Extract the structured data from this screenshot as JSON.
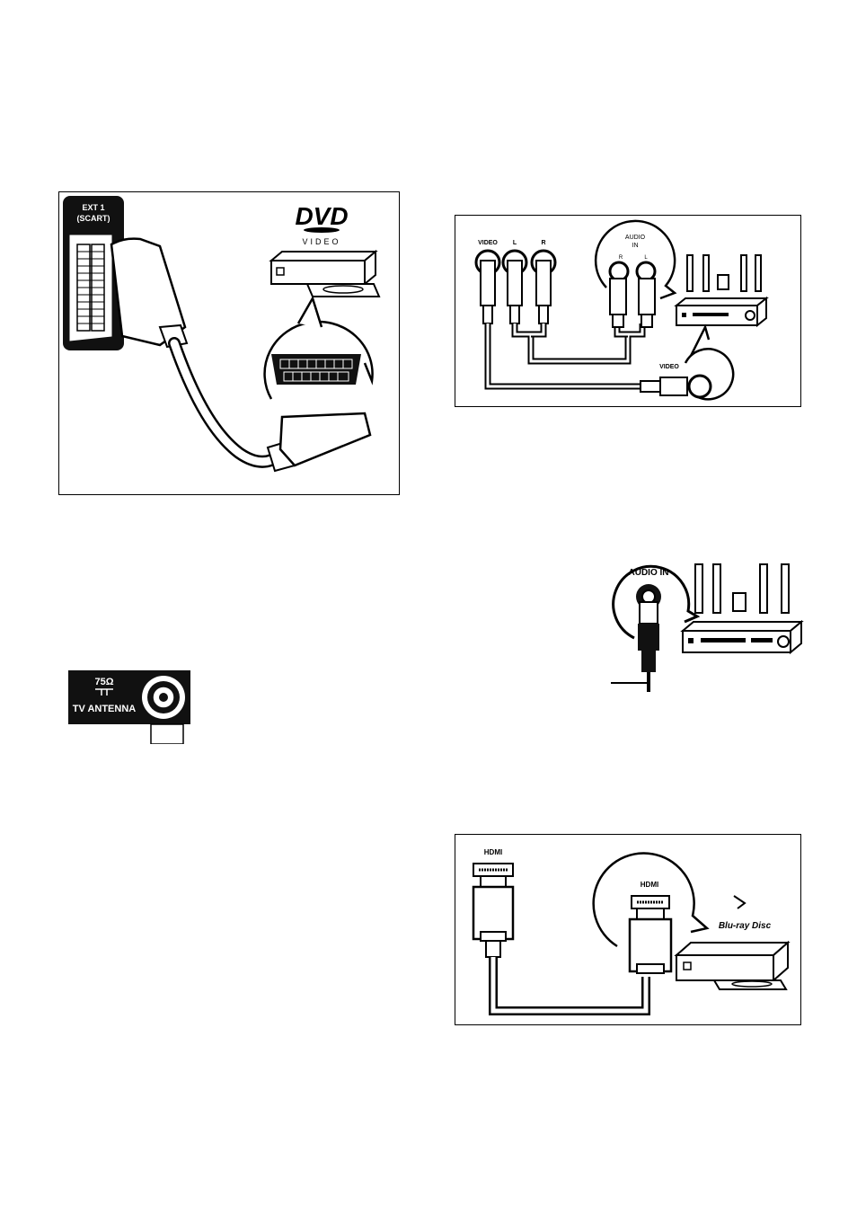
{
  "scart_diagram": {
    "port_label_line1": "EXT 1",
    "port_label_line2": "(SCART)",
    "logo_text": "DVD",
    "logo_subtext": "VIDEO"
  },
  "composite_diagram": {
    "jack_video": "VIDEO",
    "jack_l": "L",
    "jack_r": "R",
    "audio_in_line1": "AUDIO",
    "audio_in_line2": "IN",
    "audio_in_r": "R",
    "audio_in_l": "L",
    "receiver_video": "VIDEO"
  },
  "audio_in_diagram": {
    "label": "AUDIO IN"
  },
  "antenna_diagram": {
    "impedance": "75Ω",
    "label": "TV ANTENNA"
  },
  "hdmi_diagram": {
    "tv_port_label": "HDMI",
    "device_port_label": "HDMI",
    "logo_text": "Blu-ray Disc"
  },
  "colors": {
    "line": "#000000",
    "background": "#ffffff",
    "antenna_plate": "#111111"
  }
}
